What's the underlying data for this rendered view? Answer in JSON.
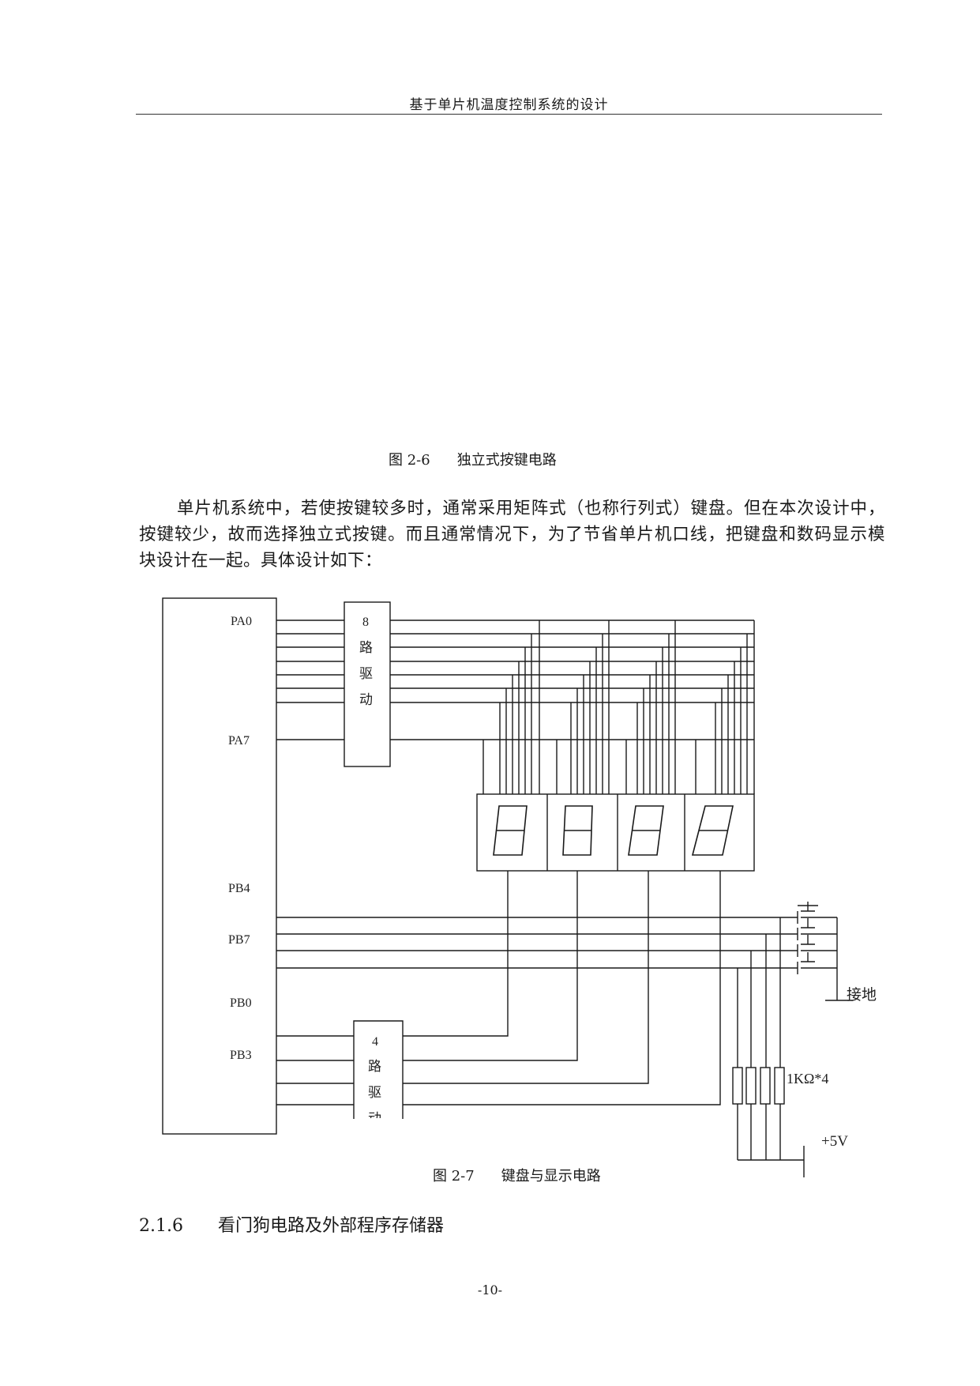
{
  "header": {
    "title": "基于单片机温度控制系统的设计"
  },
  "figure_2_6": {
    "caption_num": "图 2-6",
    "caption_text": "独立式按键电路"
  },
  "paragraph": "单片机系统中，若使按键较多时，通常采用矩阵式（也称行列式）键盘。但在本次设计中，按键较少，故而选择独立式按键。而且通常情况下，为了节省单片机口线，把键盘和数码显示模块设计在一起。具体设计如下：",
  "figure_2_7": {
    "caption_num": "图 2-7",
    "caption_text": "键盘与显示电路",
    "pins": {
      "pa0": "PA0",
      "pa7": "PA7",
      "pb4": "PB4",
      "pb7": "PB7",
      "pb0": "PB0",
      "pb3": "PB3"
    },
    "driver8": [
      "8",
      "路",
      "驱",
      "动"
    ],
    "driver4": [
      "4",
      "路",
      "驱",
      "动"
    ],
    "ground": "接地",
    "resistor": "1KΩ*4",
    "vcc": "+5V"
  },
  "section": {
    "number": "2.1.6",
    "title": "看门狗电路及外部程序存储器"
  },
  "page_number": "-10-"
}
